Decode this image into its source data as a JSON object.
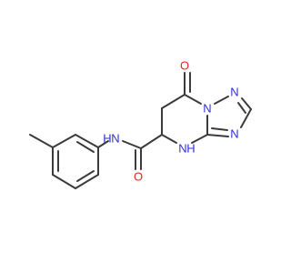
{
  "molecule": {
    "atoms": {
      "o_ketone": {
        "text": "O",
        "color": "#e8241c"
      },
      "o_amide": {
        "text": "O",
        "color": "#e8241c"
      },
      "n_amide": {
        "text": "N",
        "color": "#3030d8"
      },
      "h_amide": {
        "text": "H",
        "color": "#3030d8"
      },
      "n_ring_nh": {
        "text": "N",
        "color": "#3030d8"
      },
      "h_ring_nh": {
        "text": "H",
        "color": "#3030d8"
      },
      "n_bridge": {
        "text": "N",
        "color": "#3030d8"
      },
      "n_top": {
        "text": "N",
        "color": "#3030d8"
      },
      "n_right": {
        "text": "N",
        "color": "#3030d8"
      }
    }
  }
}
